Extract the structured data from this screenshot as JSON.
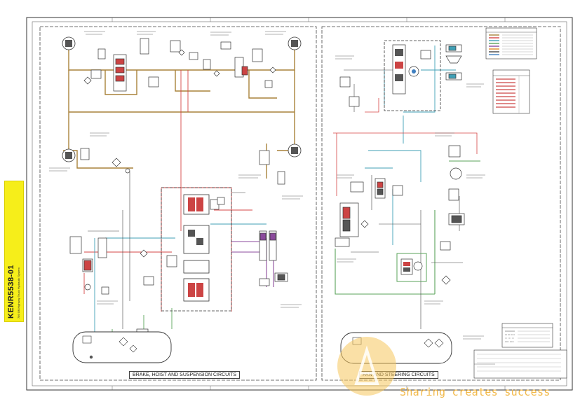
{
  "document": {
    "id": "KENR5538-01",
    "subtitle": "789 Off-Highway Truck Hydraulic System"
  },
  "panels": {
    "left": "BRAKE, HOIST AND SUSPENSION CIRCUITS",
    "right": "FAN AND STEERING CIRCUITS"
  },
  "watermark": {
    "text": "Sharing creates success"
  },
  "colors": {
    "brake_line": "#a9823a",
    "pilot_line": "#d64545",
    "steer_line": "#3f9fb5",
    "return_line": "#5aa35a",
    "hoist_line": "#8b4a9c",
    "tag_bg": "#f6ee1a"
  }
}
